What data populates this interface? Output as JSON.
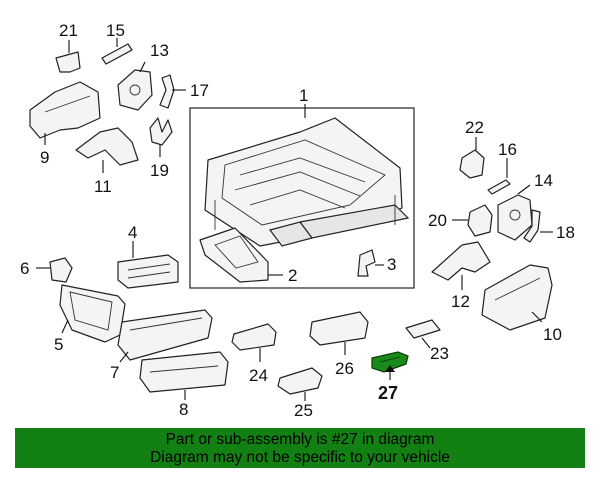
{
  "banner": {
    "line1": "Part or sub-assembly is #27 in diagram",
    "line2": "Diagram may not be specific to your vehicle"
  },
  "highlight_color": "#128012",
  "callouts": {
    "c1": "1",
    "c2": "2",
    "c3": "3",
    "c4": "4",
    "c5": "5",
    "c6": "6",
    "c7": "7",
    "c8": "8",
    "c9": "9",
    "c10": "10",
    "c11": "11",
    "c12": "12",
    "c13": "13",
    "c14": "14",
    "c15": "15",
    "c16": "16",
    "c17": "17",
    "c18": "18",
    "c19": "19",
    "c20": "20",
    "c21": "21",
    "c22": "22",
    "c23": "23",
    "c24": "24",
    "c25": "25",
    "c26": "26",
    "c27": "27"
  }
}
